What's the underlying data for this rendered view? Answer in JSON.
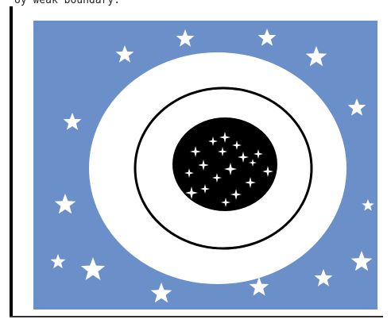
{
  "caption": "oy   weak boundary.",
  "colors": {
    "background_blue": "#6b8fc8",
    "white_halo": "#ffffff",
    "boundary_ring": "#000000",
    "central_disk": "#000000",
    "outer_stars": "#ffffff",
    "inner_sparkles": "#ffffff"
  },
  "regions": [
    {
      "id": "field",
      "description": "blue field with outer stars"
    },
    {
      "id": "halo",
      "description": "white elliptical halo"
    },
    {
      "id": "boundary",
      "description": "thin black ellipse ring"
    },
    {
      "id": "core",
      "description": "black disk with sparkles"
    }
  ],
  "icons": {
    "outer_star": "five-point-star-icon",
    "inner_sparkle": "four-point-sparkle-icon"
  }
}
